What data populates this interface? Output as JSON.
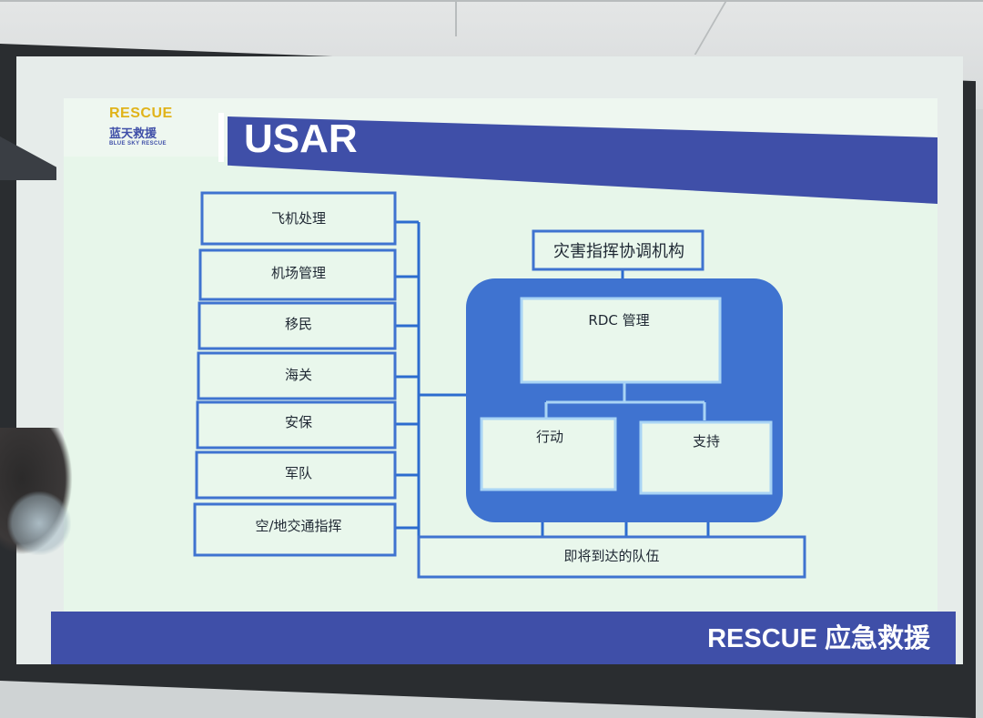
{
  "logo": {
    "rescue": "RESCUE",
    "cn": "蓝天救援",
    "en": "BLUE SKY RESCUE"
  },
  "slide": {
    "title": "USAR",
    "footer": "RESCUE 应急救援"
  },
  "diagram": {
    "left_boxes": [
      "飞机处理",
      "机场管理",
      "移民",
      "海关",
      "安保",
      "军队",
      "空/地交通指挥"
    ],
    "coordination": "灾害指挥协调机构",
    "rdc": "RDC 管理",
    "operations": "行动",
    "support": "支持",
    "arriving_teams": "即将到达的队伍"
  },
  "colors": {
    "brand_blue": "#3f4fa8",
    "logo_gold": "#e0b31a",
    "container_blue": "#3f73d0",
    "box_fill": "#e9f7ec"
  }
}
